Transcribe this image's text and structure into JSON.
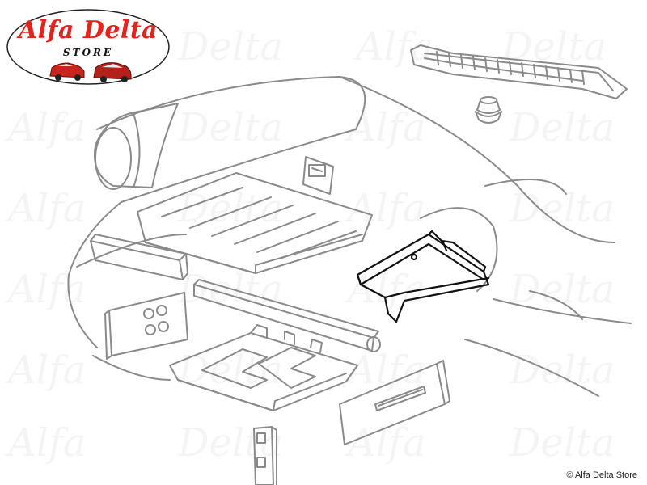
{
  "logo": {
    "brand": "Alfa Delta",
    "store": "STORE",
    "colors": {
      "brand_red": "#e4231c",
      "ellipse_border": "#222222"
    }
  },
  "watermark": {
    "words": [
      "Alfa",
      "Delta"
    ]
  },
  "copyright": "© Alfa Delta Store",
  "diagram": {
    "colors": {
      "outline_gray": "#8a8a8a",
      "highlight_black": "#111111"
    },
    "highlighted_part": "rear-trunk-panel"
  }
}
